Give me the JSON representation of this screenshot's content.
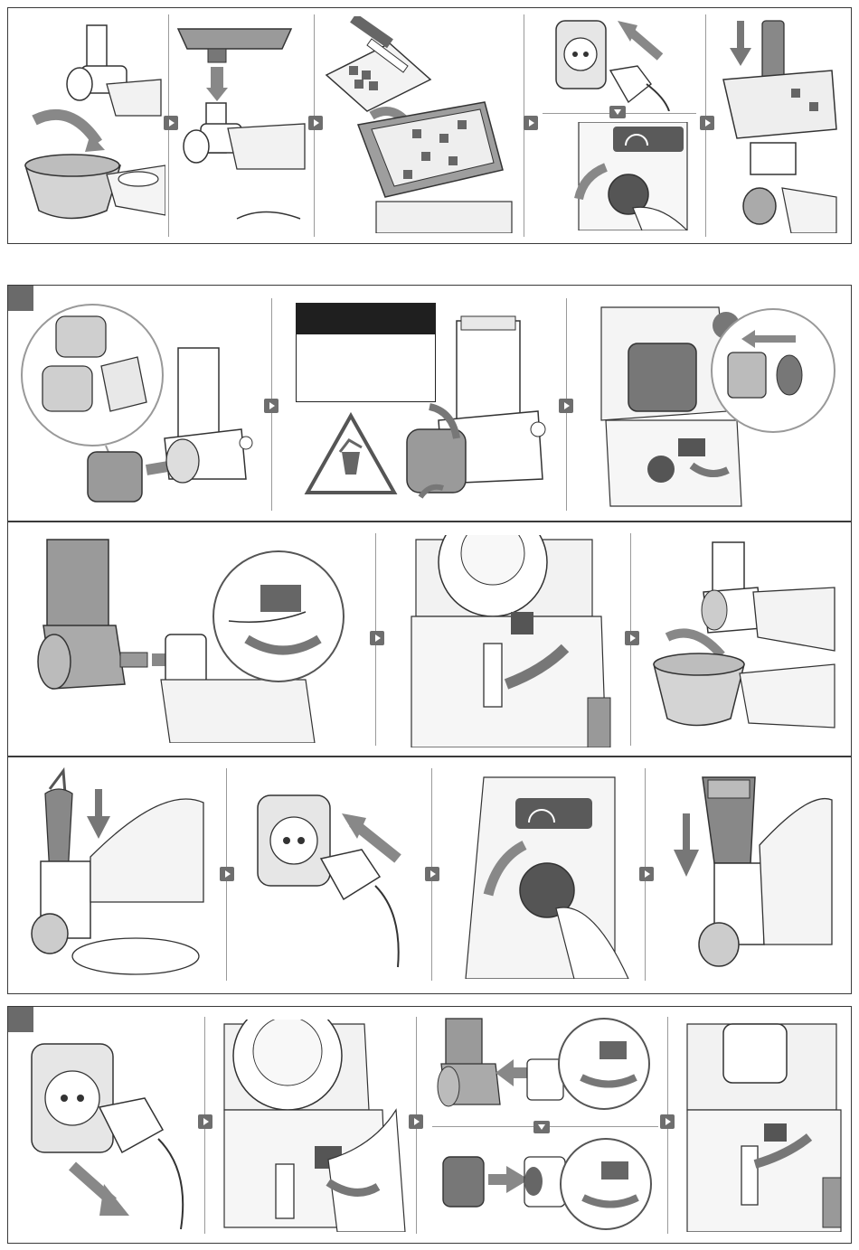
{
  "sections": [
    {
      "id": "meat-grinder",
      "panel_count": 5
    },
    {
      "id": "grater-assembly",
      "panel_count": 11
    },
    {
      "id": "disassembly",
      "panel_count": 4
    }
  ],
  "icons": [
    "arrow-right-icon",
    "arrow-down-icon",
    "socket-icon",
    "plug-icon",
    "speed-dial-icon",
    "warning-triangle-icon",
    "knife-icon",
    "carrot-icon",
    "bowl-icon",
    "pusher-icon"
  ],
  "colors": {
    "frame": "#3a3a3a",
    "marker": "#6e6e6e",
    "fill": "#d0d0d0",
    "dark": "#555555"
  },
  "warning_box": {
    "title": "",
    "body": ""
  }
}
